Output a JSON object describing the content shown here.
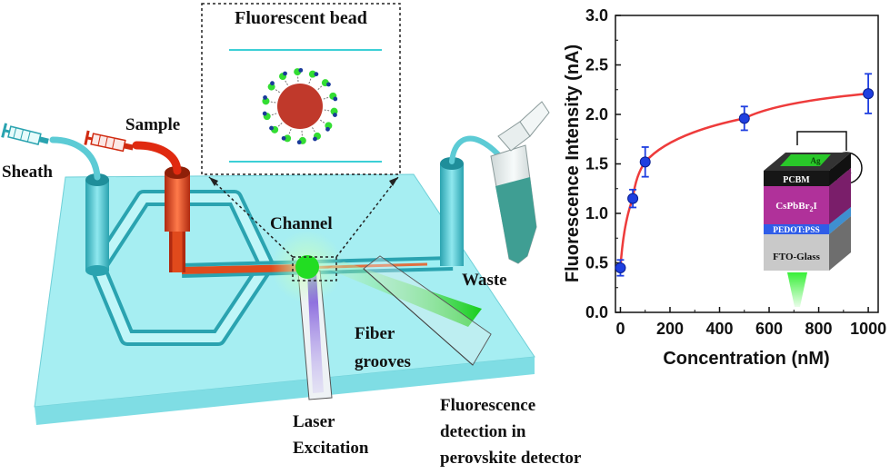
{
  "diagram": {
    "labels": {
      "fluorescent_bead": "Fluorescent bead",
      "sample": "Sample",
      "sheath": "Sheath",
      "channel": "Channel",
      "waste": "Waste",
      "fiber_grooves_1": "Fiber",
      "fiber_grooves_2": "grooves",
      "laser_1": "Laser",
      "laser_2": "Excitation",
      "detection_1": "Fluorescence",
      "detection_2": "detection in",
      "detection_3": "perovskite detector"
    },
    "device_stack": {
      "ag": "Ag",
      "pcbm": "PCBM",
      "perovskite": "CsPbBr",
      "perovskite_sub": "2",
      "perovskite_suffix": "I",
      "pedot": "PEDOT:PSS",
      "fto": "FTO-Glass",
      "ammeter": "A"
    },
    "colors": {
      "chip_top": "#a6eef2",
      "channel_cyan": "#45c7d3",
      "sample_red": "#e04a1c",
      "bead_red": "#c0392b",
      "fluorescence_green": "#22dd22",
      "laser_violet": "#7a4bd6"
    }
  },
  "chart_data": {
    "type": "line",
    "xlabel": "Concentration (nM)",
    "ylabel": "Fluorescence Intensity (nA)",
    "xlim": [
      -20,
      1040
    ],
    "ylim": [
      0.0,
      3.0
    ],
    "x_ticks": [
      "0",
      "200",
      "400",
      "600",
      "800",
      "1000"
    ],
    "y_ticks": [
      "0.0",
      "0.5",
      "1.0",
      "1.5",
      "2.0",
      "2.5",
      "3.0"
    ],
    "x": [
      0,
      50,
      100,
      500,
      1000
    ],
    "y": [
      0.45,
      1.15,
      1.52,
      1.96,
      2.21
    ],
    "yerr": [
      0.08,
      0.09,
      0.15,
      0.12,
      0.2
    ],
    "line_color": "#ee3b3b",
    "marker_color": "#1f3fe0"
  }
}
